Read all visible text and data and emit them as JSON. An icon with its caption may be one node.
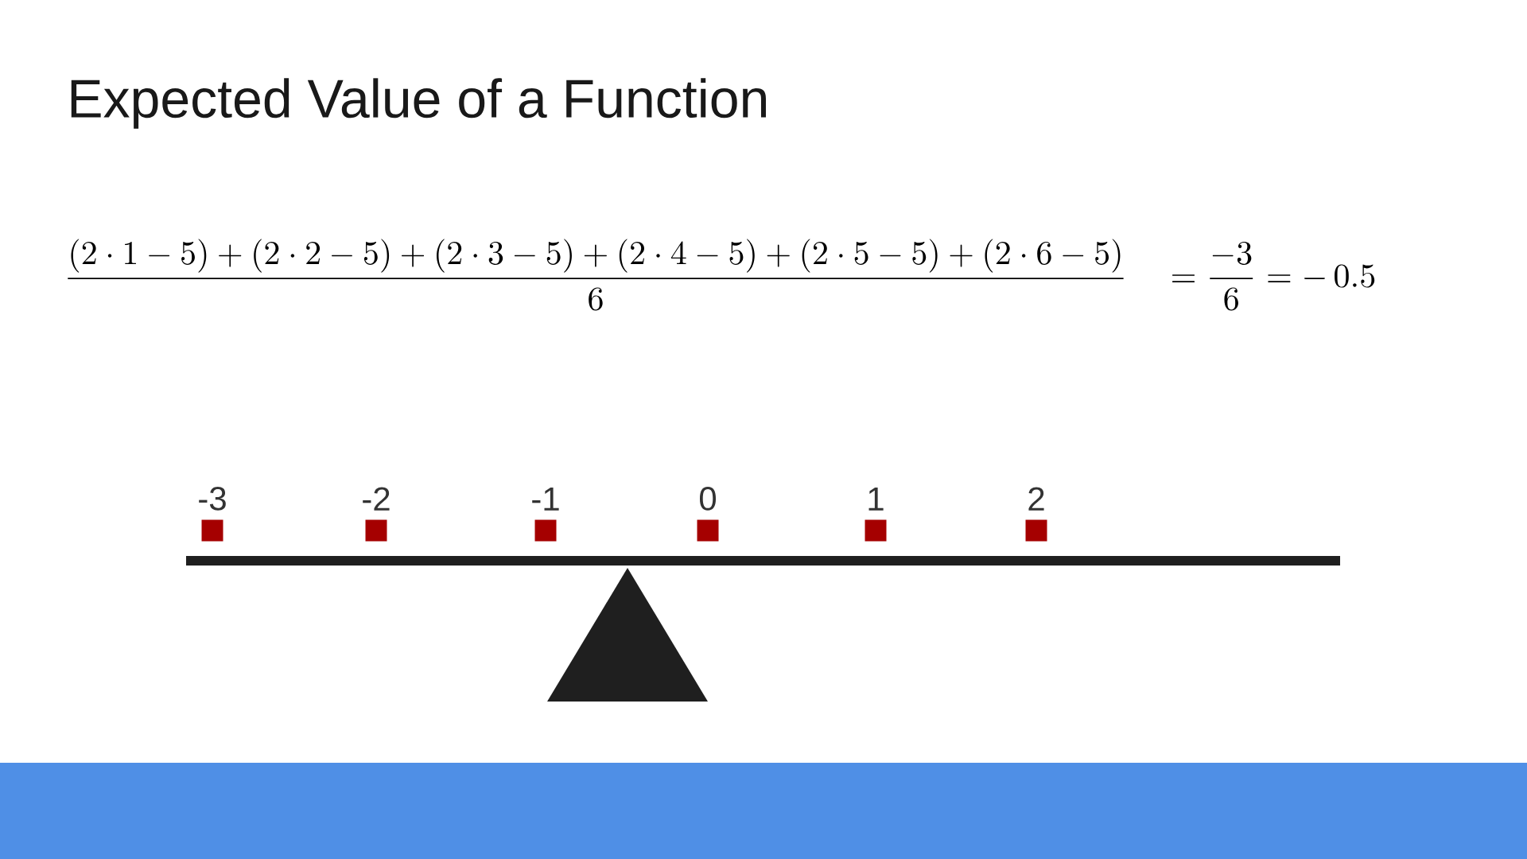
{
  "diagram": {
    "title": "Expected Value of a Function",
    "nodes": [
      {
        "text": [
          "-3"
        ]
      },
      {
        "text": [
          "-2"
        ]
      },
      {
        "text": [
          "-1"
        ]
      },
      {
        "text": [
          "0"
        ]
      },
      {
        "text": [
          "1"
        ]
      },
      {
        "text": [
          "2"
        ]
      }
    ],
    "labels": [
      "\\frac{(2\\cdot 1-5)+(2\\cdot 2-5)+(2\\cdot 3-5)+(2\\cdot 4-5)+(2\\cdot 5-5)+(2\\cdot 6-5)}{6}\\quad = \\frac{-3}{6} = -\\,0.5"
    ]
  }
}
